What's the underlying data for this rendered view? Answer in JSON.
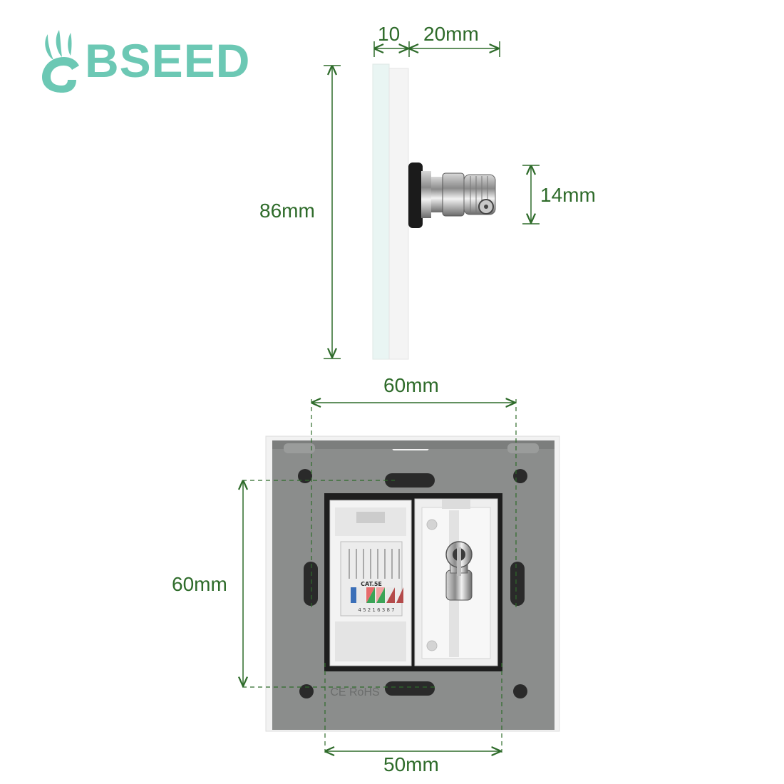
{
  "brand": {
    "name": "BSEED",
    "color": "#6cc8b4"
  },
  "dimensions": {
    "thickness_front": "10",
    "thickness_back": "20mm",
    "height": "86mm",
    "connector_diameter": "14mm",
    "outer_width": "60mm",
    "outer_height": "60mm",
    "inner_width": "50mm",
    "line_color": "#2e6b2a"
  },
  "module_markings": {
    "cat_label": "CAT.5E",
    "pin_numbers": "4 5 2 1 6 3 8 7",
    "certification": "CE RoHS"
  }
}
